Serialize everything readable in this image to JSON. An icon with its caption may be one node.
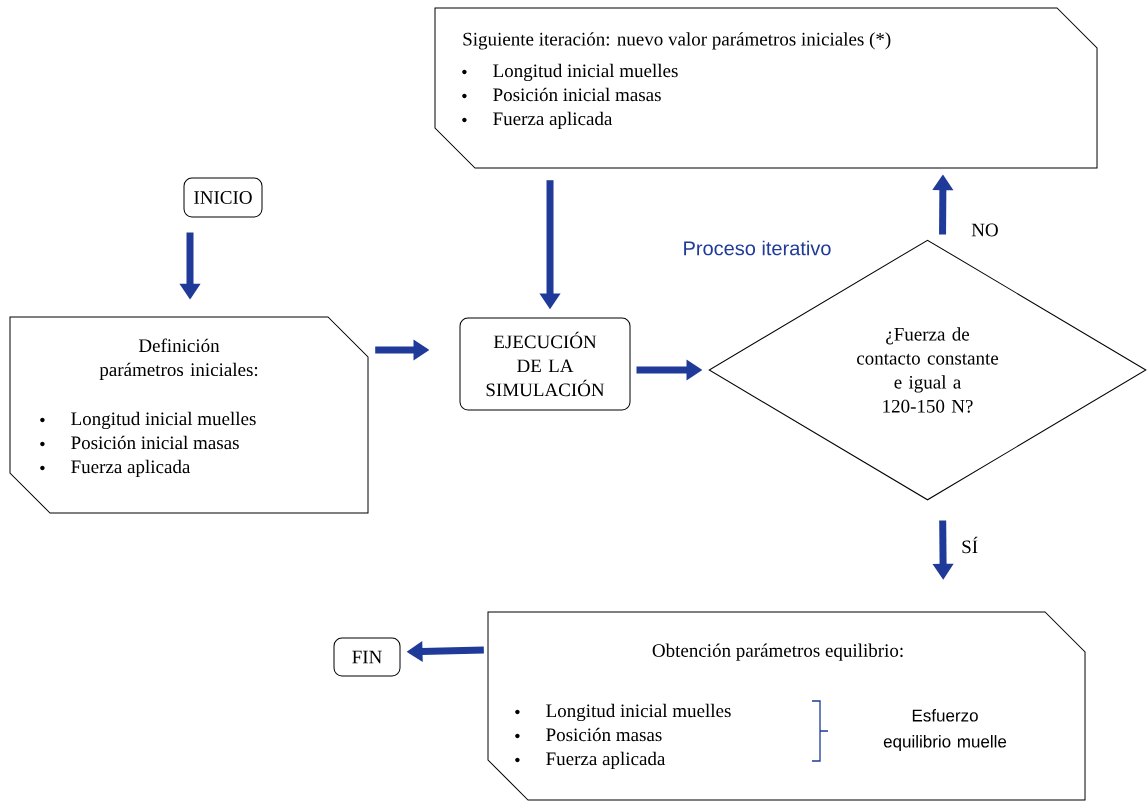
{
  "diagram": {
    "nodes": [
      {
        "text": [
          "INICIO"
        ]
      },
      {
        "text": [
          "Definición parámetros iniciales:",
          "Longitud inicial muelles",
          "Posición inicial masas",
          "Fuerza aplicada"
        ]
      },
      {
        "text": [
          "Siguiente iteración: nuevo valor parámetros iniciales (*)",
          "Longitud inicial muelles",
          "Posición inicial masas",
          "Fuerza aplicada"
        ]
      },
      {
        "text": [
          "EJECUCIÓN DE LA SIMULACIÓN"
        ]
      },
      {
        "text": [
          "¿Fuerza de contacto constante e igual a 120-150 N?"
        ]
      },
      {
        "text": [
          "Obtención parámetros equilibrio:",
          "Longitud inicial muelles",
          "Posición masas",
          "Fuerza aplicada",
          "Esfuerzo equilibrio muelle"
        ]
      },
      {
        "text": [
          "FIN"
        ]
      }
    ],
    "edges": [
      {
        "from": 0,
        "to": 1,
        "arrow": "to"
      },
      {
        "from": 1,
        "to": 3,
        "arrow": "to"
      },
      {
        "from": 2,
        "to": 3,
        "arrow": "to"
      },
      {
        "from": 3,
        "to": 4,
        "arrow": "to"
      },
      {
        "from": 4,
        "to": 2,
        "arrow": "to",
        "label": "NO"
      },
      {
        "from": 4,
        "to": 5,
        "arrow": "to",
        "label": "SÍ"
      },
      {
        "from": 5,
        "to": 6,
        "arrow": "to"
      }
    ],
    "labels": [
      "Proceso iterativo"
    ]
  }
}
